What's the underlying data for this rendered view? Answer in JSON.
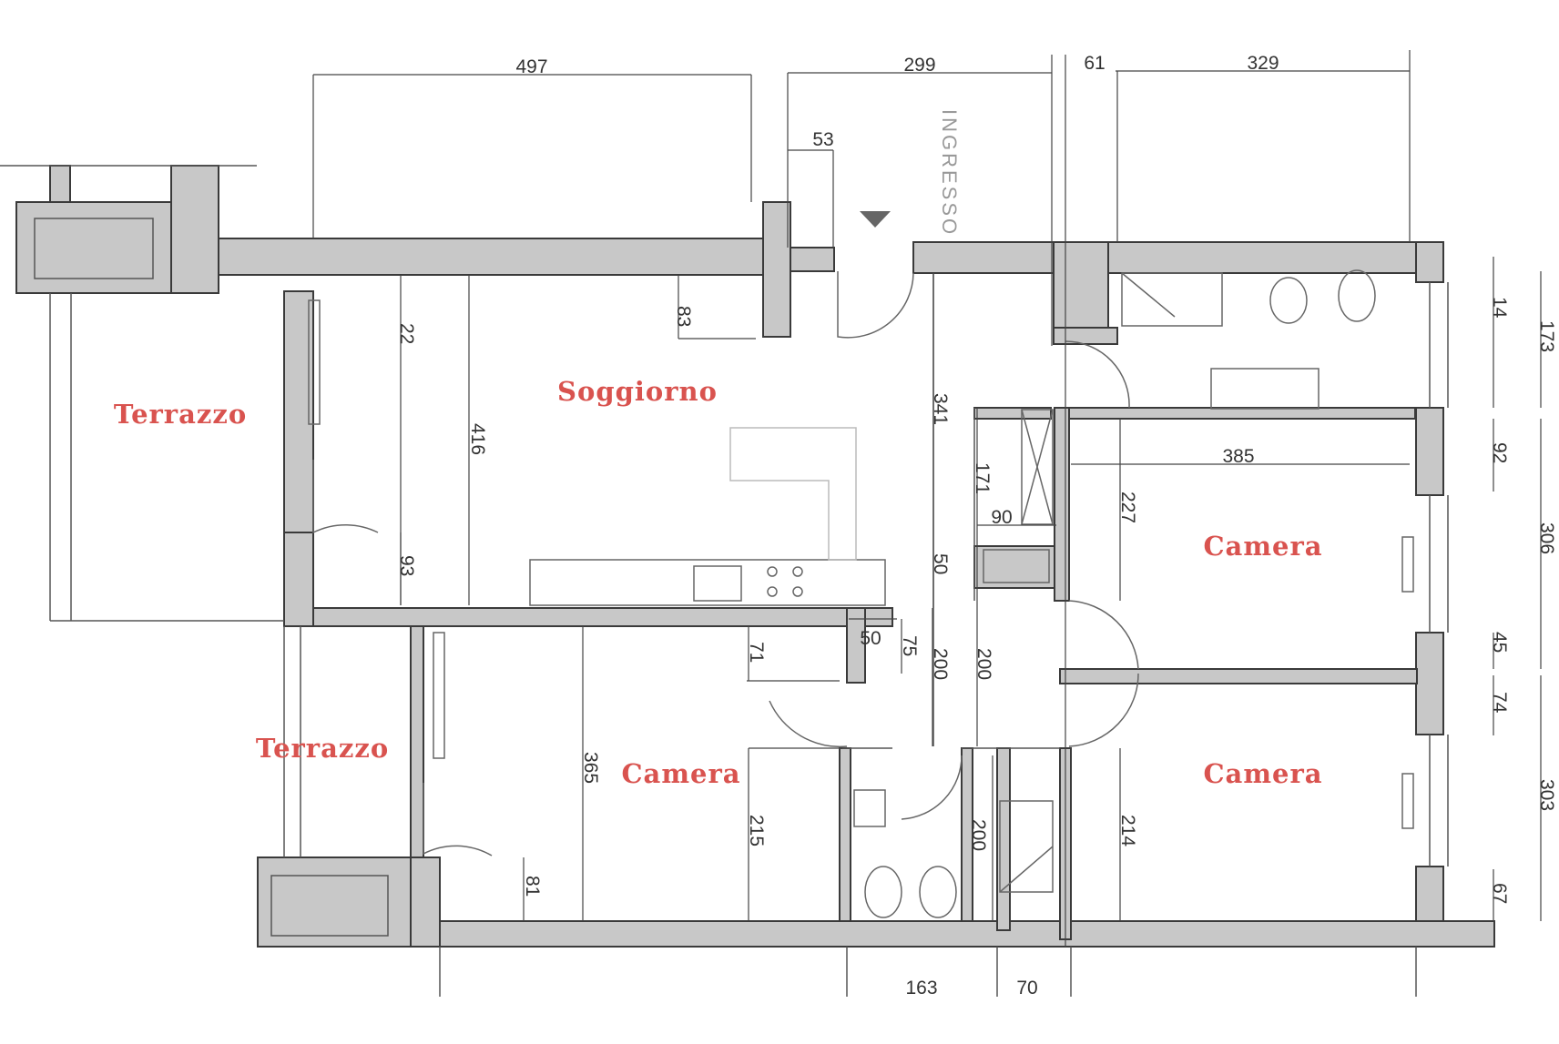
{
  "colors": {
    "wall": "#c8c8c8",
    "wall_stroke": "#3a3a3a",
    "line": "#555555",
    "dim_line": "#444444",
    "label": "#d9534f",
    "fixture": "#666666"
  },
  "rooms": {
    "terrazzo_top": "Terrazzo",
    "soggiorno": "Soggiorno",
    "terrazzo_bottom": "Terrazzo",
    "camera_bottom_left": "Camera",
    "camera_right_top": "Camera",
    "camera_right_bottom": "Camera"
  },
  "ingresso": "INGRESSO",
  "dimensions": {
    "top_497": "497",
    "top_299": "299",
    "top_61": "61",
    "top_329": "329",
    "d53": "53",
    "d83": "83",
    "d22": "22",
    "d416": "416",
    "d93": "93",
    "d341": "341",
    "d171": "171",
    "d90": "90",
    "d50a": "50",
    "d385": "385",
    "d227": "227",
    "d14": "14",
    "d173": "173",
    "d92": "92",
    "d306": "306",
    "d45": "45",
    "d74": "74",
    "d303": "303",
    "d67": "67",
    "d50b": "50",
    "d75": "75",
    "d71": "71",
    "d200a": "200",
    "d200b": "200",
    "d365": "365",
    "d215": "215",
    "d200c": "200",
    "d214": "214",
    "d81": "81",
    "d163": "163",
    "d70": "70"
  }
}
